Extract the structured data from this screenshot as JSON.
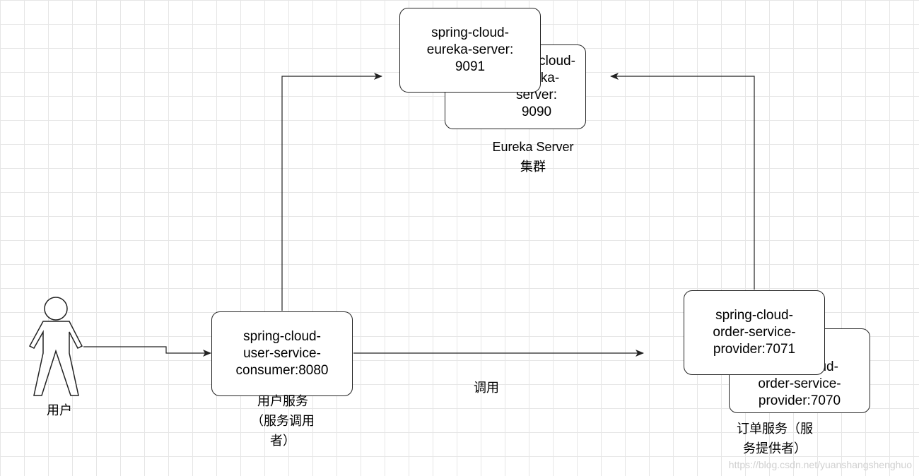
{
  "nodes": {
    "eureka_9090": "spring-cloud-\neureka-server:\n9090",
    "eureka_9091": "spring-cloud-\neureka-server:\n9091",
    "user_service": "spring-cloud-\nuser-service-\nconsumer:8080",
    "order_7070": "spring-cloud-\norder-service-\nprovider:7070",
    "order_7071": "spring-cloud-\norder-service-\nprovider:7071"
  },
  "labels": {
    "eureka_cluster": "Eureka Server\n集群",
    "user": "用户",
    "user_service": "用户服务\n（服务调用\n者）",
    "call": "调用",
    "order_service": "订单服务（服\n务提供者）"
  },
  "watermark": "https://blog.csdn.net/yuanshangshenghuo",
  "colors": {
    "stroke": "#222222",
    "grid": "#e6e6e6",
    "watermark": "#d0d0d0"
  }
}
